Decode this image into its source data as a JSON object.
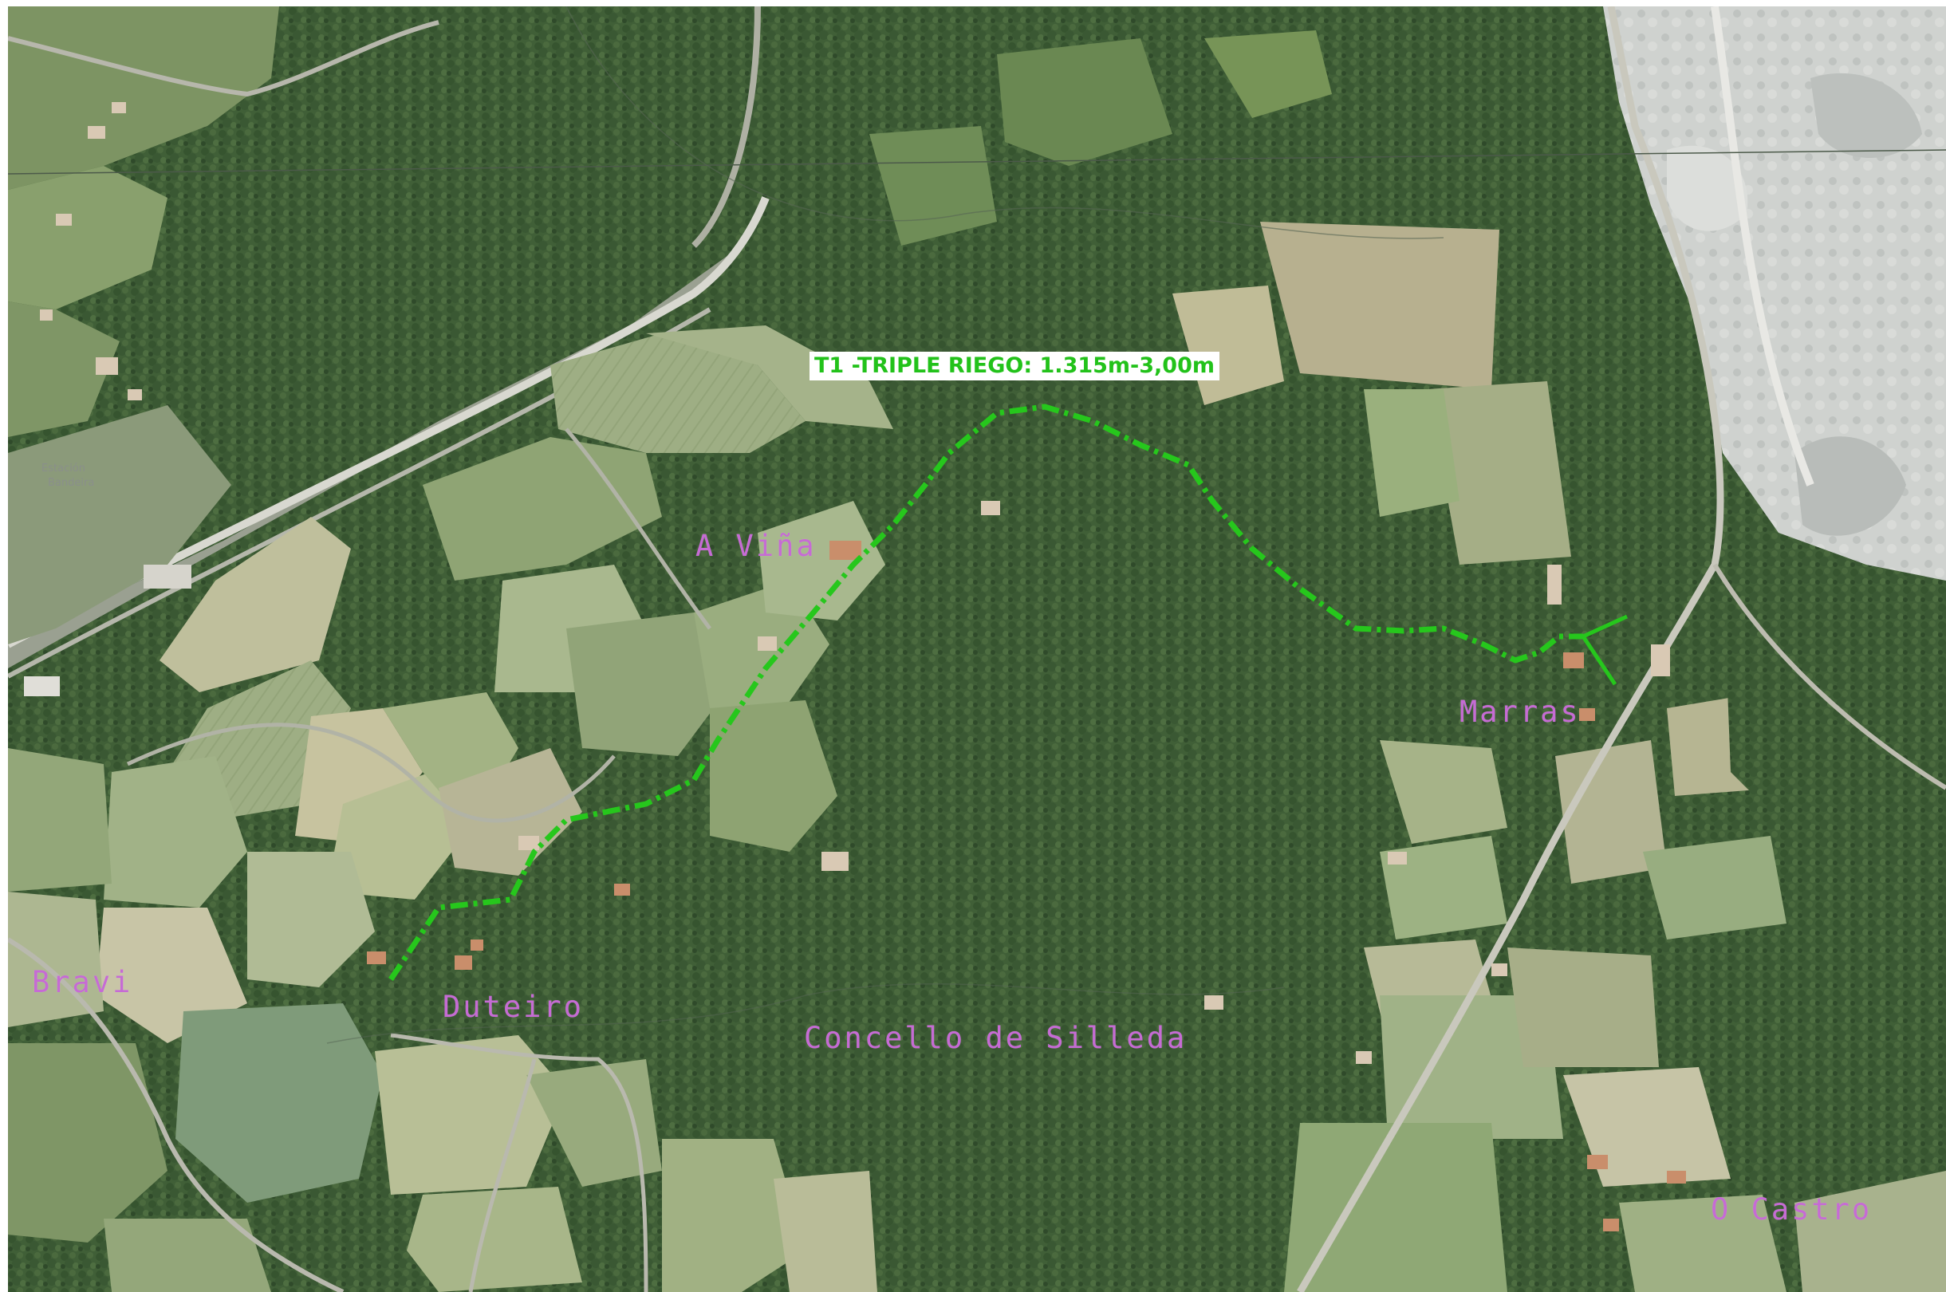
{
  "route": {
    "label": "T1 -TRIPLE RIEGO: 1.315m-3,00m",
    "color": "#26c71c"
  },
  "places": {
    "a_vina": "A Viña",
    "marras": "Marras",
    "bravi": "Bravi",
    "duteiro": "Duteiro",
    "concello": "Concello de Silleda",
    "o_castro": "O Castro"
  },
  "small_labels": {
    "station": "Estación",
    "station_sub": "Bandeira"
  },
  "colors": {
    "forest": "#3f5e36",
    "field": "#a9b88e",
    "quarry": "#c9ccc8",
    "place_text": "#c66bd4",
    "road": "#b9b9ae"
  }
}
